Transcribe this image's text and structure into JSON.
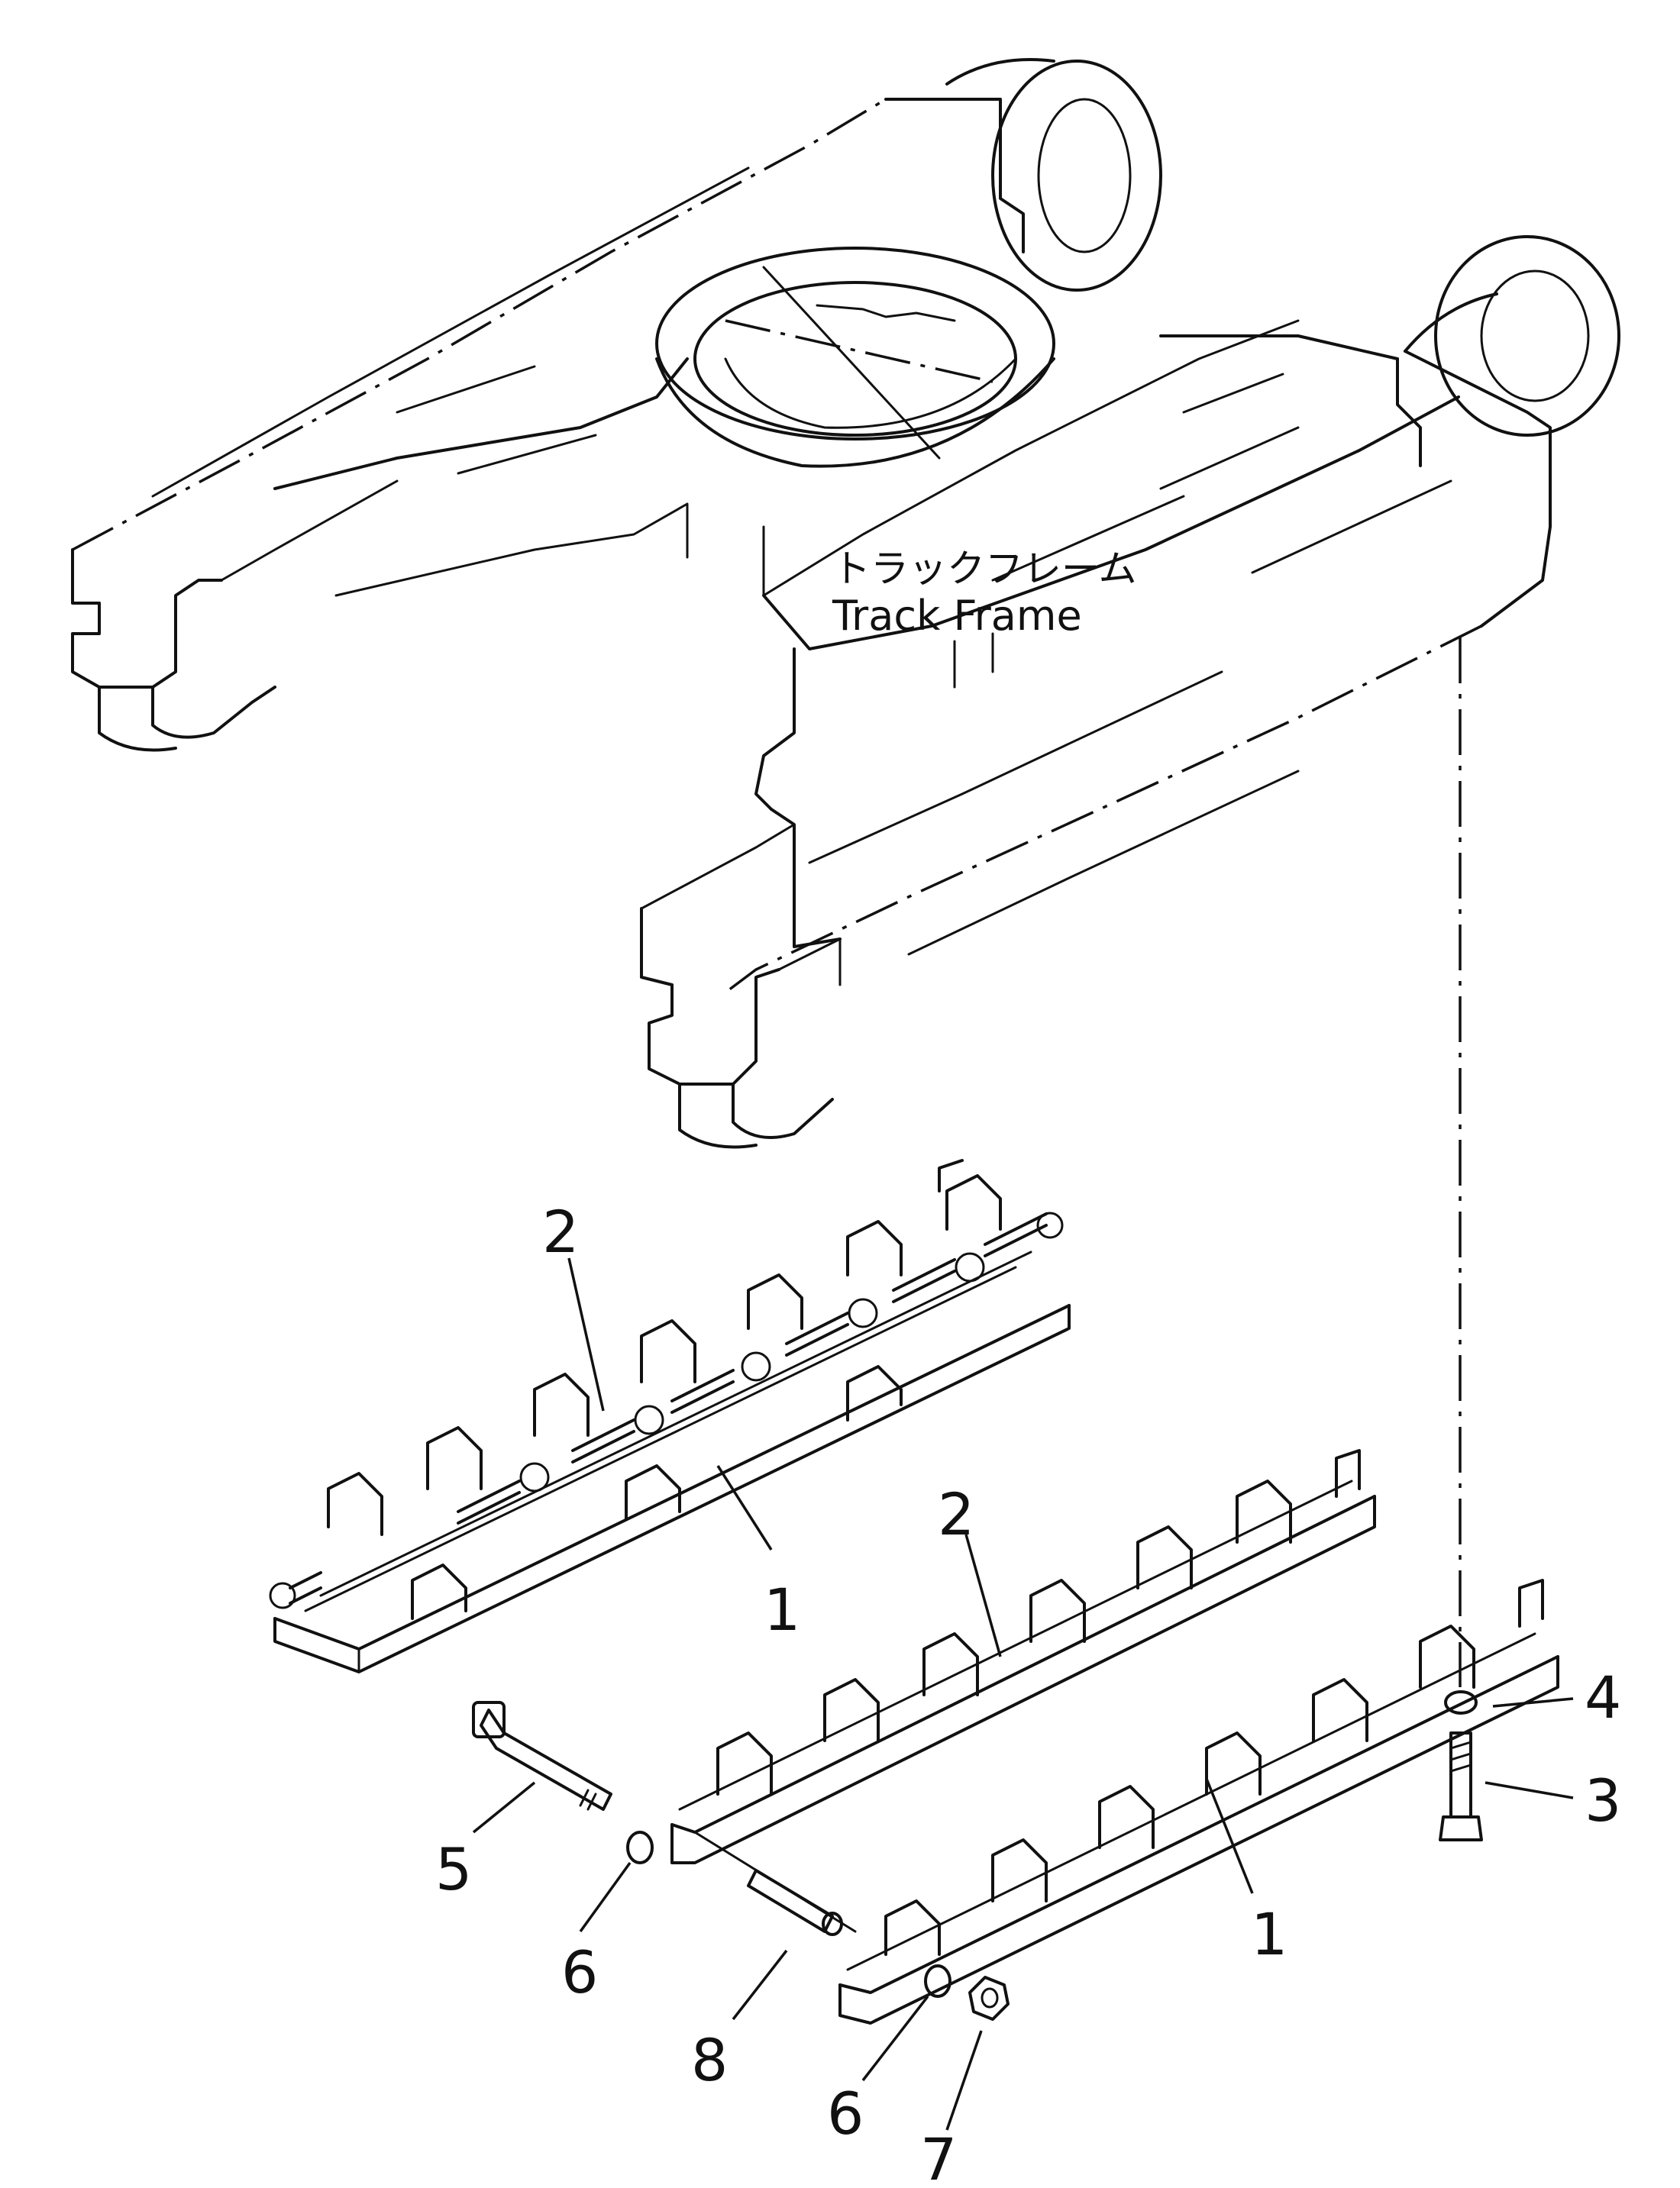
{
  "frame_label": {
    "japanese": "トラックフレーム",
    "english": "Track Frame"
  },
  "callouts": {
    "upper_guard_frame": "1",
    "upper_guard_plate": "2",
    "lower_guard_frame": "1",
    "lower_guard_plate": "2",
    "bolt_3": "3",
    "washer_4": "4",
    "bolt_5": "5",
    "washer_6a": "6",
    "washer_6b": "6",
    "nut_7": "7",
    "spacer_8": "8"
  }
}
